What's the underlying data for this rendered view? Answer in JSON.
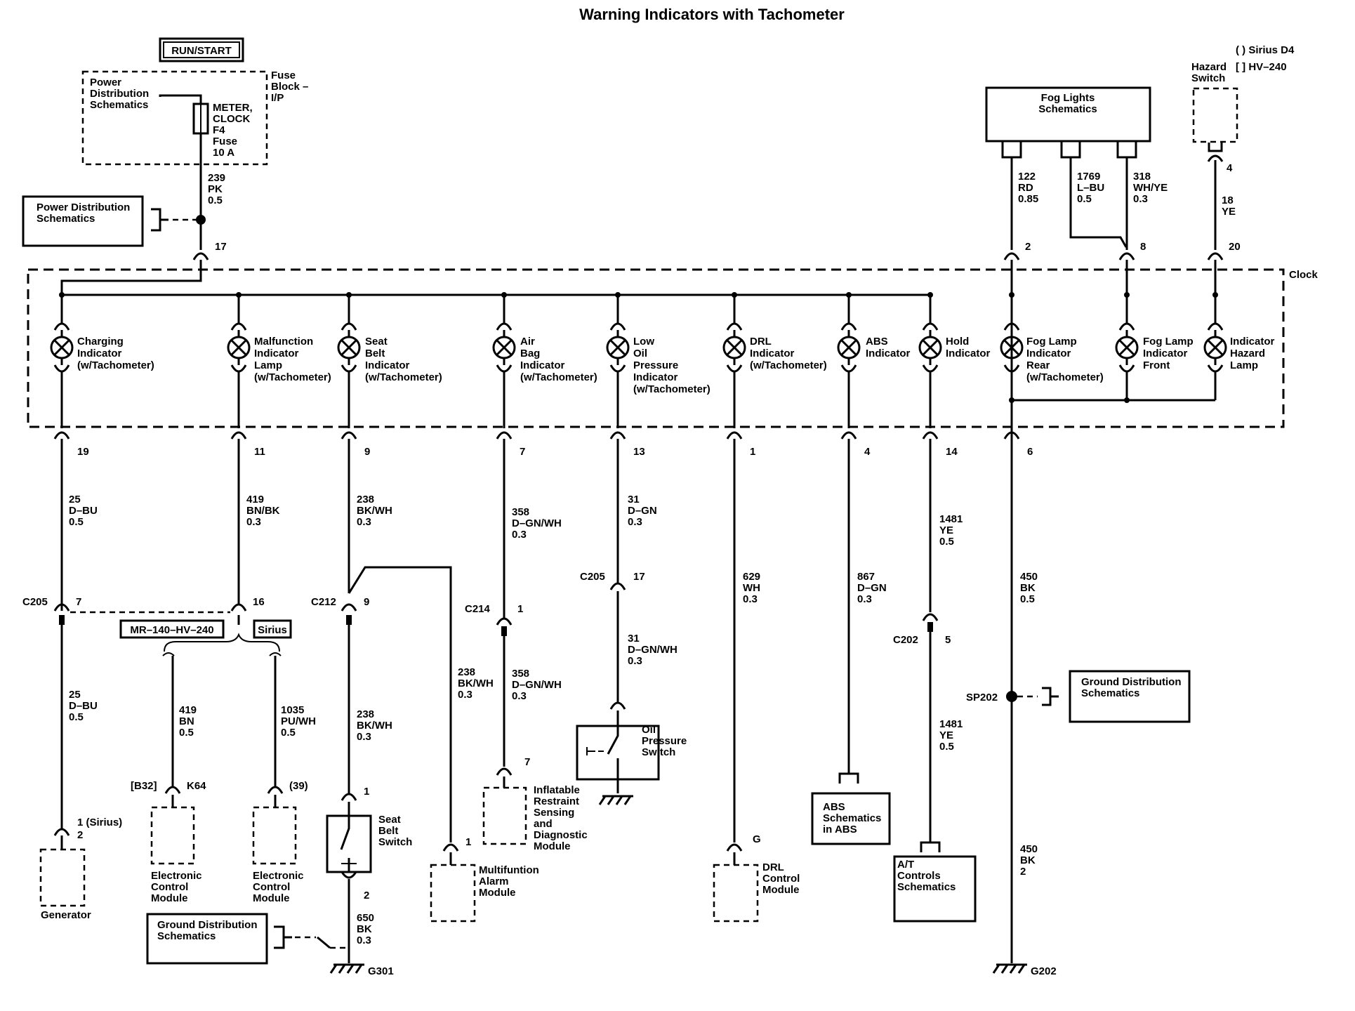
{
  "title": "Warning Indicators with Tachometer",
  "legend": {
    "sirius": "( ) Sirius D4",
    "hv240": "[ ] HV–240"
  },
  "run_start": "RUN/START",
  "fuse_block": {
    "label": [
      "Fuse",
      "Block –",
      "I/P"
    ],
    "pds": [
      "Power",
      "Distribution",
      "Schematics"
    ],
    "fuse": [
      "METER,",
      "CLOCK",
      "F4",
      "Fuse",
      "10 A"
    ]
  },
  "pds_box": [
    "Power Distribution",
    "Schematics"
  ],
  "wire_239": [
    "239",
    "PK",
    "0.5"
  ],
  "pin_17": "17",
  "clock_label": "Clock",
  "fog_lights": [
    "Fog Lights",
    "Schematics"
  ],
  "hazard_switch": [
    "Hazard",
    "Switch"
  ],
  "top_wires": [
    {
      "id": "122",
      "lines": [
        "122",
        "RD",
        "0.85"
      ],
      "pin": "2"
    },
    {
      "id": "1769",
      "lines": [
        "1769",
        "L–BU",
        "0.5"
      ],
      "pin": "8"
    },
    {
      "id": "318",
      "lines": [
        "318",
        "WH/YE",
        "0.3"
      ],
      "pin": ""
    },
    {
      "id": "18",
      "lines": [
        "18",
        "YE"
      ],
      "pin": "20",
      "toppin": "4"
    }
  ],
  "lamps": [
    {
      "lines": [
        "Charging",
        "Indicator",
        "(w/Tachometer)"
      ],
      "pin": "19"
    },
    {
      "lines": [
        "Malfunction",
        "Indicator",
        "Lamp",
        "(w/Tachometer)"
      ],
      "pin": "11"
    },
    {
      "lines": [
        "Seat",
        "Belt",
        "Indicator",
        "(w/Tachometer)"
      ],
      "pin": "9"
    },
    {
      "lines": [
        "Air",
        "Bag",
        "Indicator",
        "(w/Tachometer)"
      ],
      "pin": "7"
    },
    {
      "lines": [
        "Low",
        "Oil",
        "Pressure",
        "Indicator",
        "(w/Tachometer)"
      ],
      "pin": "13"
    },
    {
      "lines": [
        "DRL",
        "Indicator",
        "(w/Tachometer)"
      ],
      "pin": "1"
    },
    {
      "lines": [
        "ABS",
        "Indicator"
      ],
      "pin": "4"
    },
    {
      "lines": [
        "Hold",
        "Indicator"
      ],
      "pin": "14"
    },
    {
      "lines": [
        "Fog Lamp",
        "Indicator",
        "Rear",
        "(w/Tachometer)"
      ],
      "pin": "6"
    },
    {
      "lines": [
        "Fog Lamp",
        "Indicator",
        "Front"
      ],
      "pin": ""
    },
    {
      "lines": [
        "Indicator",
        "Hazard",
        "Lamp"
      ],
      "pin": ""
    }
  ],
  "wires": {
    "w25a": [
      "25",
      "D–BU",
      "0.5"
    ],
    "w419a": [
      "419",
      "BN/BK",
      "0.3"
    ],
    "w238a": [
      "238",
      "BK/WH",
      "0.3"
    ],
    "w358a": [
      "358",
      "D–GN/WH",
      "0.3"
    ],
    "w31a": [
      "31",
      "D–GN",
      "0.3"
    ],
    "w629": [
      "629",
      "WH",
      "0.3"
    ],
    "w867": [
      "867",
      "D–GN",
      "0.3"
    ],
    "w1481a": [
      "1481",
      "YE",
      "0.5"
    ],
    "w450a": [
      "450",
      "BK",
      "0.5"
    ],
    "w25b": [
      "25",
      "D–BU",
      "0.5"
    ],
    "w419b": [
      "419",
      "BN",
      "0.5"
    ],
    "w1035": [
      "1035",
      "PU/WH",
      "0.5"
    ],
    "w238b": [
      "238",
      "BK/WH",
      "0.3"
    ],
    "w238c": [
      "238",
      "BK/WH",
      "0.3"
    ],
    "w358b": [
      "358",
      "D–GN/WH",
      "0.3"
    ],
    "w31b": [
      "31",
      "D–GN/WH",
      "0.3"
    ],
    "w1481b": [
      "1481",
      "YE",
      "0.5"
    ],
    "w450b": [
      "450",
      "BK",
      "2"
    ],
    "w650": [
      "650",
      "BK",
      "0.3"
    ]
  },
  "connectors": {
    "c205a": "C205",
    "c205a_pin": "7",
    "c205a_pin2": "16",
    "c212": "C212",
    "c212_pin": "9",
    "c214": "C214",
    "c214_pin": "1",
    "c205b": "C205",
    "c205b_pin": "17",
    "c202": "C202",
    "c202_pin": "5",
    "sp202": "SP202"
  },
  "options": {
    "mr": "MR–140–HV–240",
    "sirius": "Sirius"
  },
  "modules": {
    "generator": {
      "lines": [
        "Generator"
      ],
      "pin": "1 (Sirius)",
      "pin2": "2"
    },
    "ecm1": {
      "lines": [
        "Electronic",
        "Control",
        "Module"
      ],
      "pin": "[B32]",
      "pin2": "K64"
    },
    "ecm2": {
      "lines": [
        "Electronic",
        "Control",
        "Module"
      ],
      "pin": "(39)"
    },
    "seatbelt": {
      "lines": [
        "Seat",
        "Belt",
        "Switch"
      ],
      "pin": "1",
      "pin2": "2"
    },
    "alarm": {
      "lines": [
        "Multifuntion",
        "Alarm",
        "Module"
      ],
      "pin": "1"
    },
    "inflatable": {
      "lines": [
        "Inflatable",
        "Restraint",
        "Sensing",
        "and",
        "Diagnostic",
        "Module"
      ],
      "pin": "7"
    },
    "oil": {
      "lines": [
        "Oil",
        "Pressure",
        "Switch"
      ]
    },
    "drl": {
      "lines": [
        "DRL",
        "Control",
        "Module"
      ],
      "pin": "G"
    },
    "abs": {
      "lines": [
        "ABS",
        "Schematics",
        "in ABS"
      ]
    },
    "at": {
      "lines": [
        "A/T",
        "Controls",
        "Schematics"
      ]
    },
    "gds1": {
      "lines": [
        "Ground Distribution",
        "Schematics"
      ]
    },
    "gds2": {
      "lines": [
        "Ground Distribution",
        "Schematics"
      ]
    }
  },
  "grounds": {
    "g301": "G301",
    "g202": "G202"
  }
}
